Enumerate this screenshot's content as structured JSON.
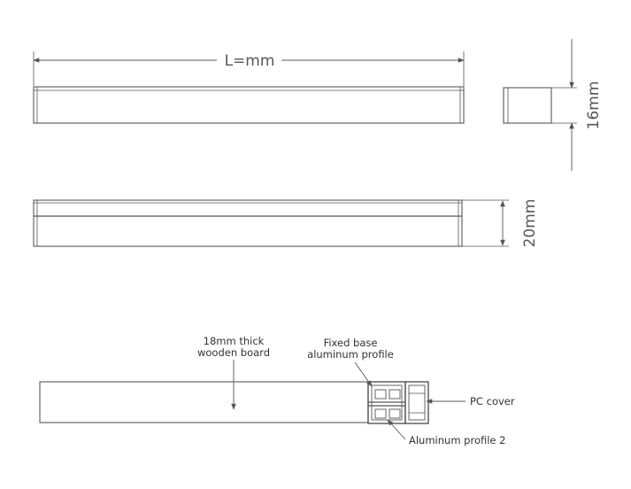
{
  "dimensions": {
    "length_label": "L=mm",
    "height_label": "16mm",
    "depth_label": "20mm"
  },
  "callouts": {
    "wood_board_line1": "18mm thick",
    "wood_board_line2": "wooden board",
    "fixed_base_line1": "Fixed base",
    "fixed_base_line2": "aluminum profile",
    "pc_cover": "PC cover",
    "aluminum_profile_2": "Aluminum profile 2"
  },
  "colors": {
    "line": "#555555",
    "outline": "#666666",
    "text": "#333333"
  }
}
